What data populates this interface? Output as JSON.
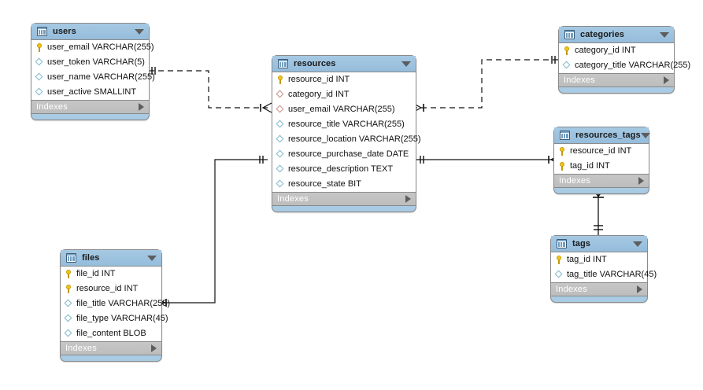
{
  "diagram": {
    "type": "eer-diagram",
    "background": "#ffffff",
    "header_color": "#9dc3e0",
    "indexes_color": "#c0c0c0",
    "pk_glyph_color": "#f5c518",
    "fk_glyph_color": "#c98f86",
    "column_glyph_color": "#7fb8cc"
  },
  "tables": [
    {
      "name": "users",
      "indexes_label": "Indexes",
      "columns": [
        {
          "label": "user_email VARCHAR(255)",
          "glyph": "key-icon"
        },
        {
          "label": "user_token VARCHAR(5)",
          "glyph": "diamond-icon"
        },
        {
          "label": "user_name VARCHAR(255)",
          "glyph": "diamond-icon"
        },
        {
          "label": "user_active SMALLINT",
          "glyph": "diamond-icon"
        }
      ]
    },
    {
      "name": "resources",
      "indexes_label": "Indexes",
      "columns": [
        {
          "label": "resource_id INT",
          "glyph": "key-icon"
        },
        {
          "label": "category_id INT",
          "glyph": "diamond-fk-icon"
        },
        {
          "label": "user_email VARCHAR(255)",
          "glyph": "diamond-fk-icon"
        },
        {
          "label": "resource_title VARCHAR(255)",
          "glyph": "diamond-icon"
        },
        {
          "label": "resource_location VARCHAR(255)",
          "glyph": "diamond-icon"
        },
        {
          "label": "resource_purchase_date DATE",
          "glyph": "diamond-icon"
        },
        {
          "label": "resource_description TEXT",
          "glyph": "diamond-icon"
        },
        {
          "label": "resource_state BIT",
          "glyph": "diamond-icon"
        }
      ]
    },
    {
      "name": "categories",
      "indexes_label": "Indexes",
      "columns": [
        {
          "label": "category_id INT",
          "glyph": "key-icon"
        },
        {
          "label": "category_title VARCHAR(255)",
          "glyph": "diamond-icon"
        }
      ]
    },
    {
      "name": "resources_tags",
      "indexes_label": "Indexes",
      "columns": [
        {
          "label": "resource_id INT",
          "glyph": "key-icon"
        },
        {
          "label": "tag_id INT",
          "glyph": "key-icon"
        }
      ]
    },
    {
      "name": "tags",
      "indexes_label": "Indexes",
      "columns": [
        {
          "label": "tag_id INT",
          "glyph": "key-icon"
        },
        {
          "label": "tag_title VARCHAR(45)",
          "glyph": "diamond-icon"
        }
      ]
    },
    {
      "name": "files",
      "indexes_label": "Indexes",
      "columns": [
        {
          "label": "file_id INT",
          "glyph": "key-icon"
        },
        {
          "label": "resource_id INT",
          "glyph": "key-icon"
        },
        {
          "label": "file_title VARCHAR(255)",
          "glyph": "diamond-icon"
        },
        {
          "label": "file_type VARCHAR(45)",
          "glyph": "diamond-icon"
        },
        {
          "label": "file_content BLOB",
          "glyph": "diamond-icon"
        }
      ]
    }
  ],
  "relationships": [
    {
      "from": "users",
      "to": "resources",
      "style": "dashed",
      "cardinality": "one-to-many"
    },
    {
      "from": "categories",
      "to": "resources",
      "style": "dashed",
      "cardinality": "one-to-many"
    },
    {
      "from": "resources",
      "to": "resources_tags",
      "style": "solid",
      "cardinality": "one-to-many"
    },
    {
      "from": "tags",
      "to": "resources_tags",
      "style": "solid",
      "cardinality": "one-to-many"
    },
    {
      "from": "resources",
      "to": "files",
      "style": "solid",
      "cardinality": "one-to-many"
    }
  ]
}
